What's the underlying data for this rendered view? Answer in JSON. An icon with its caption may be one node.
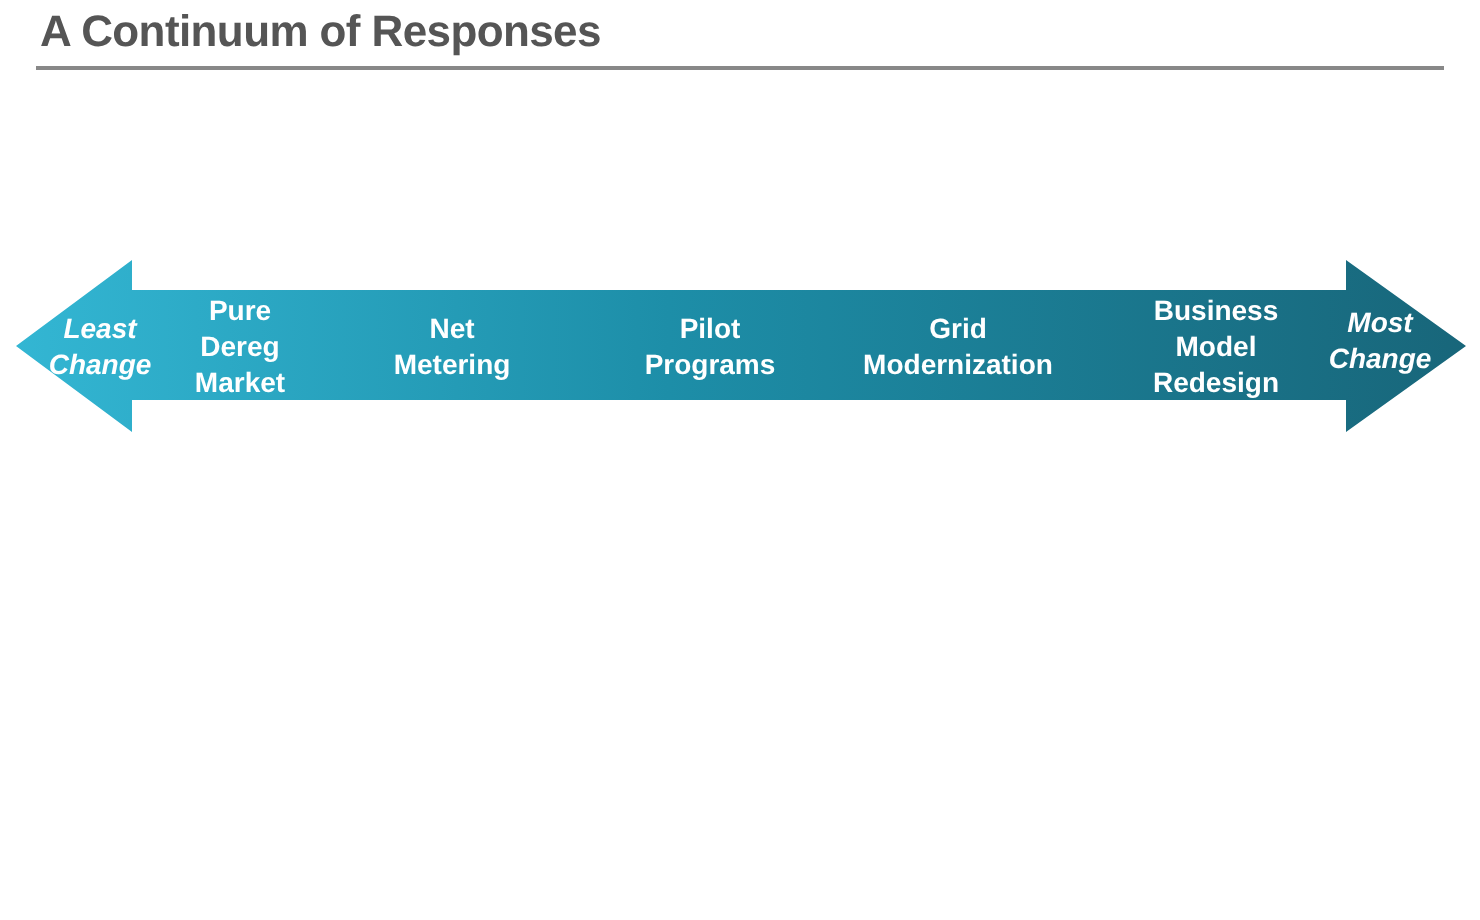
{
  "diagram": {
    "title": "A Continuum of Responses",
    "nodes": [
      {
        "text": [
          "Least Change",
          "Pure Dereg Market",
          "Net Metering",
          "Pilot Programs",
          "Grid Modernization",
          "Business Model Redesign",
          "Most Change"
        ]
      }
    ]
  }
}
